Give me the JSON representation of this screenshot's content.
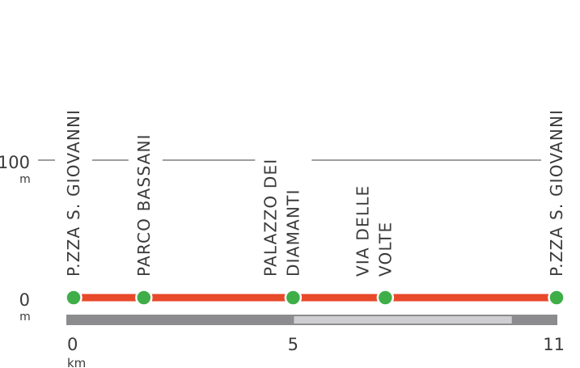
{
  "chart_data": {
    "type": "line",
    "title": "",
    "x_unit": "km",
    "y_unit": "m",
    "xlim": [
      0,
      11
    ],
    "ylim": [
      0,
      100
    ],
    "x_ticks": [
      {
        "value": 0,
        "label": "0"
      },
      {
        "value": 5,
        "label": "5"
      },
      {
        "value": 11,
        "label": "11"
      }
    ],
    "y_ticks": [
      {
        "value": 0,
        "label": "0"
      },
      {
        "value": 100,
        "label": "100"
      }
    ],
    "series": [
      {
        "x": [
          0,
          11
        ],
        "y": [
          0,
          0
        ]
      }
    ],
    "stops": [
      {
        "km": 0.0,
        "elevation": 0,
        "lines": [
          "P.ZZA S. GIOVANNI"
        ]
      },
      {
        "km": 1.6,
        "elevation": 0,
        "lines": [
          "PARCO BASSANI"
        ]
      },
      {
        "km": 5.0,
        "elevation": 0,
        "lines": [
          "PALAZZO DEI",
          "DIAMANTI"
        ]
      },
      {
        "km": 7.1,
        "elevation": 0,
        "lines": [
          "VIA DELLE",
          "VOLTE"
        ]
      },
      {
        "km": 11.0,
        "elevation": 0,
        "lines": [
          "P.ZZA S. GIOVANNI"
        ]
      }
    ],
    "surface_segments": [
      {
        "from_km": 0,
        "to_km": 5.0,
        "type": "paved"
      },
      {
        "from_km": 5.0,
        "to_km": 10.0,
        "type": "unpaved"
      },
      {
        "from_km": 10.0,
        "to_km": 11,
        "type": "paved"
      }
    ],
    "colors": {
      "route": "#e8492b",
      "stop": "#3fae49",
      "paved": "#8c8c8e",
      "unpaved": "#cfcfd1",
      "grid": "#666666",
      "text": "#3a3a3a"
    }
  }
}
